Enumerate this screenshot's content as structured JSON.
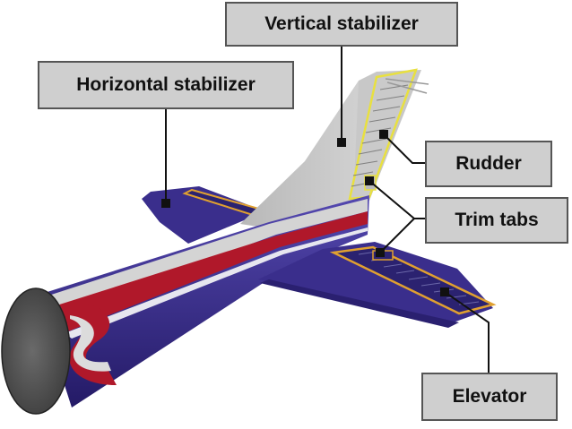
{
  "labels": {
    "vertical_stabilizer": "Vertical stabilizer",
    "horizontal_stabilizer": "Horizontal stabilizer",
    "rudder": "Rudder",
    "trim_tabs": "Trim tabs",
    "elevator": "Elevator"
  },
  "colors": {
    "fuselage_blue": "#3a2e8c",
    "stripe_red": "#b0182a",
    "stabilizer_gray": "#c4c4c4",
    "control_surface_outline": "#e0a030",
    "rudder_outline": "#e8e040",
    "label_fill": "#cfcfcf"
  }
}
